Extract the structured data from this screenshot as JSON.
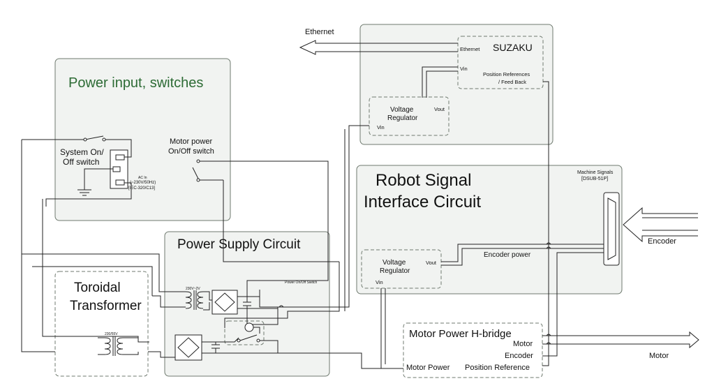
{
  "blocks": {
    "power_input": "Power input, switches",
    "system_switch": [
      "System On/",
      "Off switch"
    ],
    "motor_switch": [
      "Motor power",
      "On/Off switch"
    ],
    "ac_in": [
      "AC In",
      "(~230V/50Hz)",
      "[IEC-320/C13]"
    ],
    "power_supply": "Power Supply Circuit",
    "power_onoff_switch": "Power On/Off Switch",
    "toroidal": [
      "Toroidal",
      "Transformer"
    ],
    "xfmr1": "230V~2V",
    "xfmr2": "230/55V",
    "robot_signal": [
      "Robot Signal",
      "Interface Circuit"
    ],
    "machine_signals": [
      "Machine Signals",
      "[DSUB-51P]"
    ],
    "encoder_power": "Encoder power",
    "suzaku": "SUZAKU",
    "ethernet_port": "Ethernet",
    "vin": "Vin",
    "vout": "Vout",
    "pos_refs": [
      "Position References",
      "/ Feed Back"
    ],
    "voltage_regulator": [
      "Voltage",
      "Regulator"
    ],
    "hbridge": "Motor Power H-bridge",
    "hb_motor": "Motor",
    "hb_encoder": "Encoder",
    "hb_posref": "Position Reference",
    "hb_motorpower": "Motor Power"
  },
  "external": {
    "ethernet": "Ethernet",
    "encoder": "Encoder",
    "motor": "Motor"
  }
}
